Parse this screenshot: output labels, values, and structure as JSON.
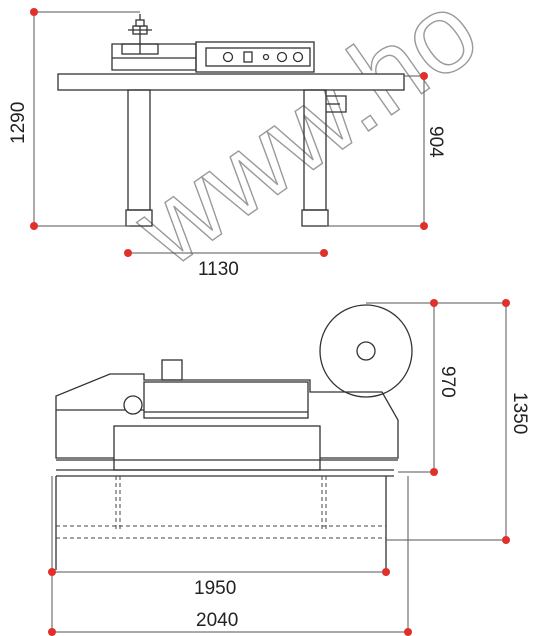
{
  "watermark": {
    "text": "www.ho"
  },
  "front_view": {
    "dimensions": {
      "overall_height": "1290",
      "table_height": "904",
      "leg_span": "1130"
    }
  },
  "top_view": {
    "dimensions": {
      "reel_depth": "970",
      "overall_depth": "1350",
      "inner_length": "1950",
      "overall_length": "2040"
    }
  },
  "colors": {
    "line": "#333333",
    "dimension_marker": "#e0302b",
    "dashed": "#444444"
  }
}
